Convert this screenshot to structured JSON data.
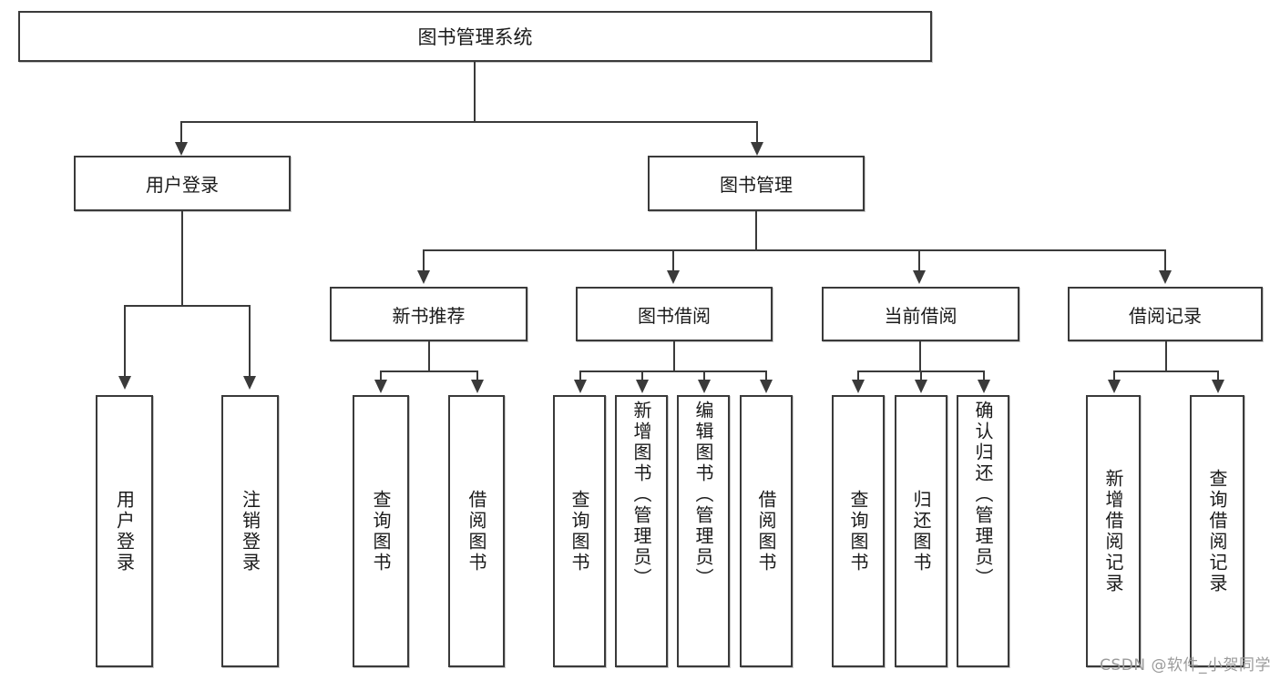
{
  "diagram": {
    "title": "图书管理系统",
    "type": "tree",
    "orientation": "top-down",
    "colors": {
      "stroke": "#3a3a3a",
      "fill": "#ffffff",
      "text": "#1a1a1a",
      "watermark": "#9b9b9b"
    },
    "root": {
      "label": "图书管理系统"
    },
    "level1": [
      {
        "label": "用户登录"
      },
      {
        "label": "图书管理"
      }
    ],
    "level2": [
      {
        "label": "新书推荐"
      },
      {
        "label": "图书借阅"
      },
      {
        "label": "当前借阅"
      },
      {
        "label": "借阅记录"
      }
    ],
    "leaves": {
      "user_login": [
        {
          "label": "用户登录"
        },
        {
          "label": "注销登录"
        }
      ],
      "new_book": [
        {
          "label": "查询图书"
        },
        {
          "label": "借阅图书"
        }
      ],
      "book_borrow": [
        {
          "label": "查询图书"
        },
        {
          "label": "新增图书（管理员）"
        },
        {
          "label": "编辑图书（管理员）"
        },
        {
          "label": "借阅图书"
        }
      ],
      "current_borrow": [
        {
          "label": "查询图书"
        },
        {
          "label": "归还图书"
        },
        {
          "label": "确认归还（管理员）"
        }
      ],
      "borrow_record": [
        {
          "label": "新增借阅记录"
        },
        {
          "label": "查询借阅记录"
        }
      ]
    }
  },
  "watermark": {
    "text": "CSDN @软件_小贺同学"
  }
}
